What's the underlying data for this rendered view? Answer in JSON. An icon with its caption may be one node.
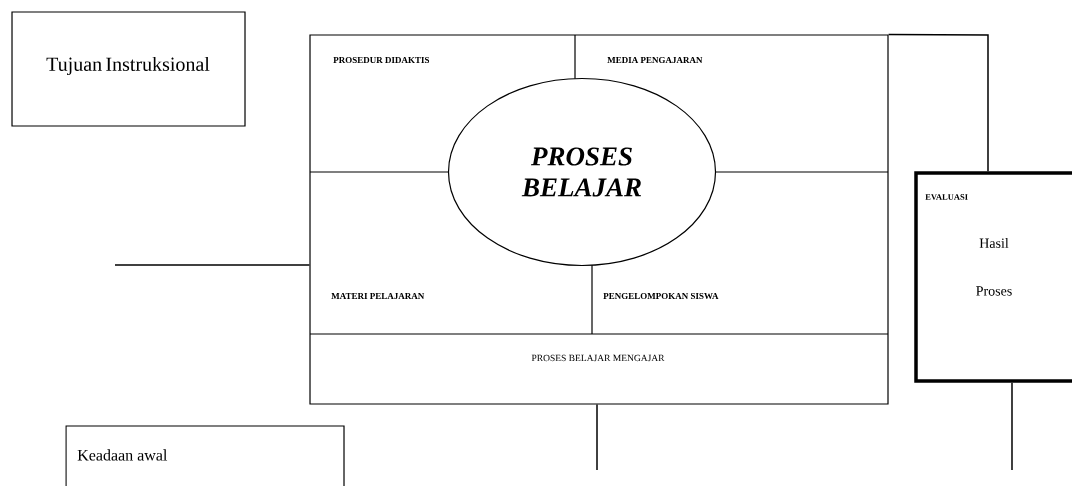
{
  "diagram": {
    "nodes": [
      {
        "text": [
          "Tujuan Instruksional"
        ]
      },
      {
        "text": [
          "PROSES BELAJAR MENGAJAR"
        ]
      },
      {
        "text": [
          "PROSEDUR DIDAKTIS"
        ],
        "in": 1
      },
      {
        "text": [
          "MEDIA PENGAJARAN"
        ],
        "in": 1
      },
      {
        "text": [
          "MATERI PELAJARAN"
        ],
        "in": 1
      },
      {
        "text": [
          "PENGELOMPOKAN SISWA"
        ],
        "in": 1
      },
      {
        "text": [
          "PROSES BELAJAR"
        ],
        "in": 1
      },
      {
        "text": [
          "EVALUASI",
          "Hasil",
          "Proses"
        ]
      },
      {
        "text": [
          "Keadaan awal"
        ]
      }
    ],
    "edges": [
      {
        "from": null,
        "to": 1,
        "arrow": "none"
      },
      {
        "from": 1,
        "to": 7,
        "arrow": "none"
      },
      {
        "from": 1,
        "to": null,
        "arrow": "none"
      },
      {
        "from": 7,
        "to": null,
        "arrow": "none"
      }
    ]
  }
}
